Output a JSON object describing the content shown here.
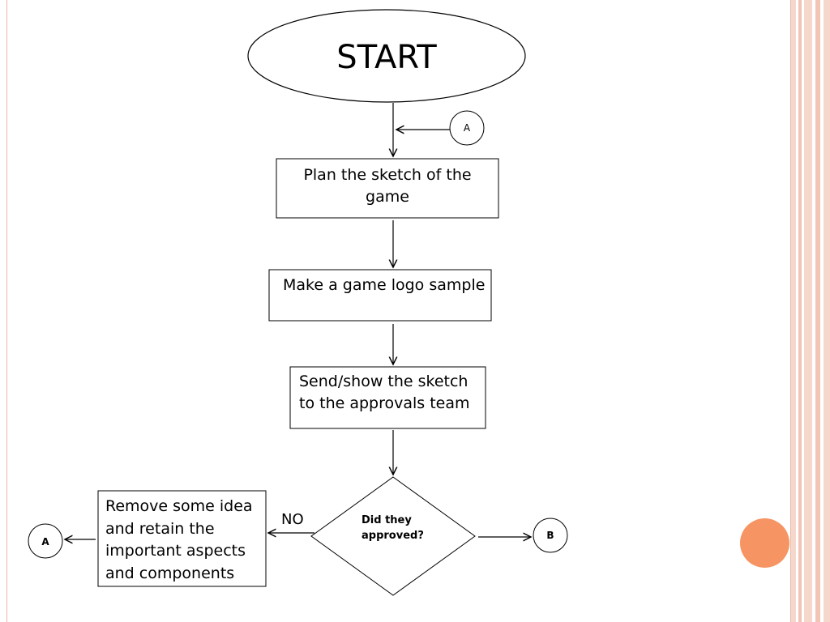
{
  "diagram": {
    "start": "START",
    "steps": [
      "Plan the sketch of the game",
      "Make a game logo sample",
      "Send/show the sketch to the approvals team"
    ],
    "decision": "Did they approved?",
    "no_label": "NO",
    "no_step": "Remove some idea and retain the important aspects and components",
    "connectors": {
      "top": "A",
      "left": "A",
      "right": "B"
    }
  },
  "colors": {
    "accent_circle": "#f69563",
    "border_stripe": "#f1c4b5"
  }
}
